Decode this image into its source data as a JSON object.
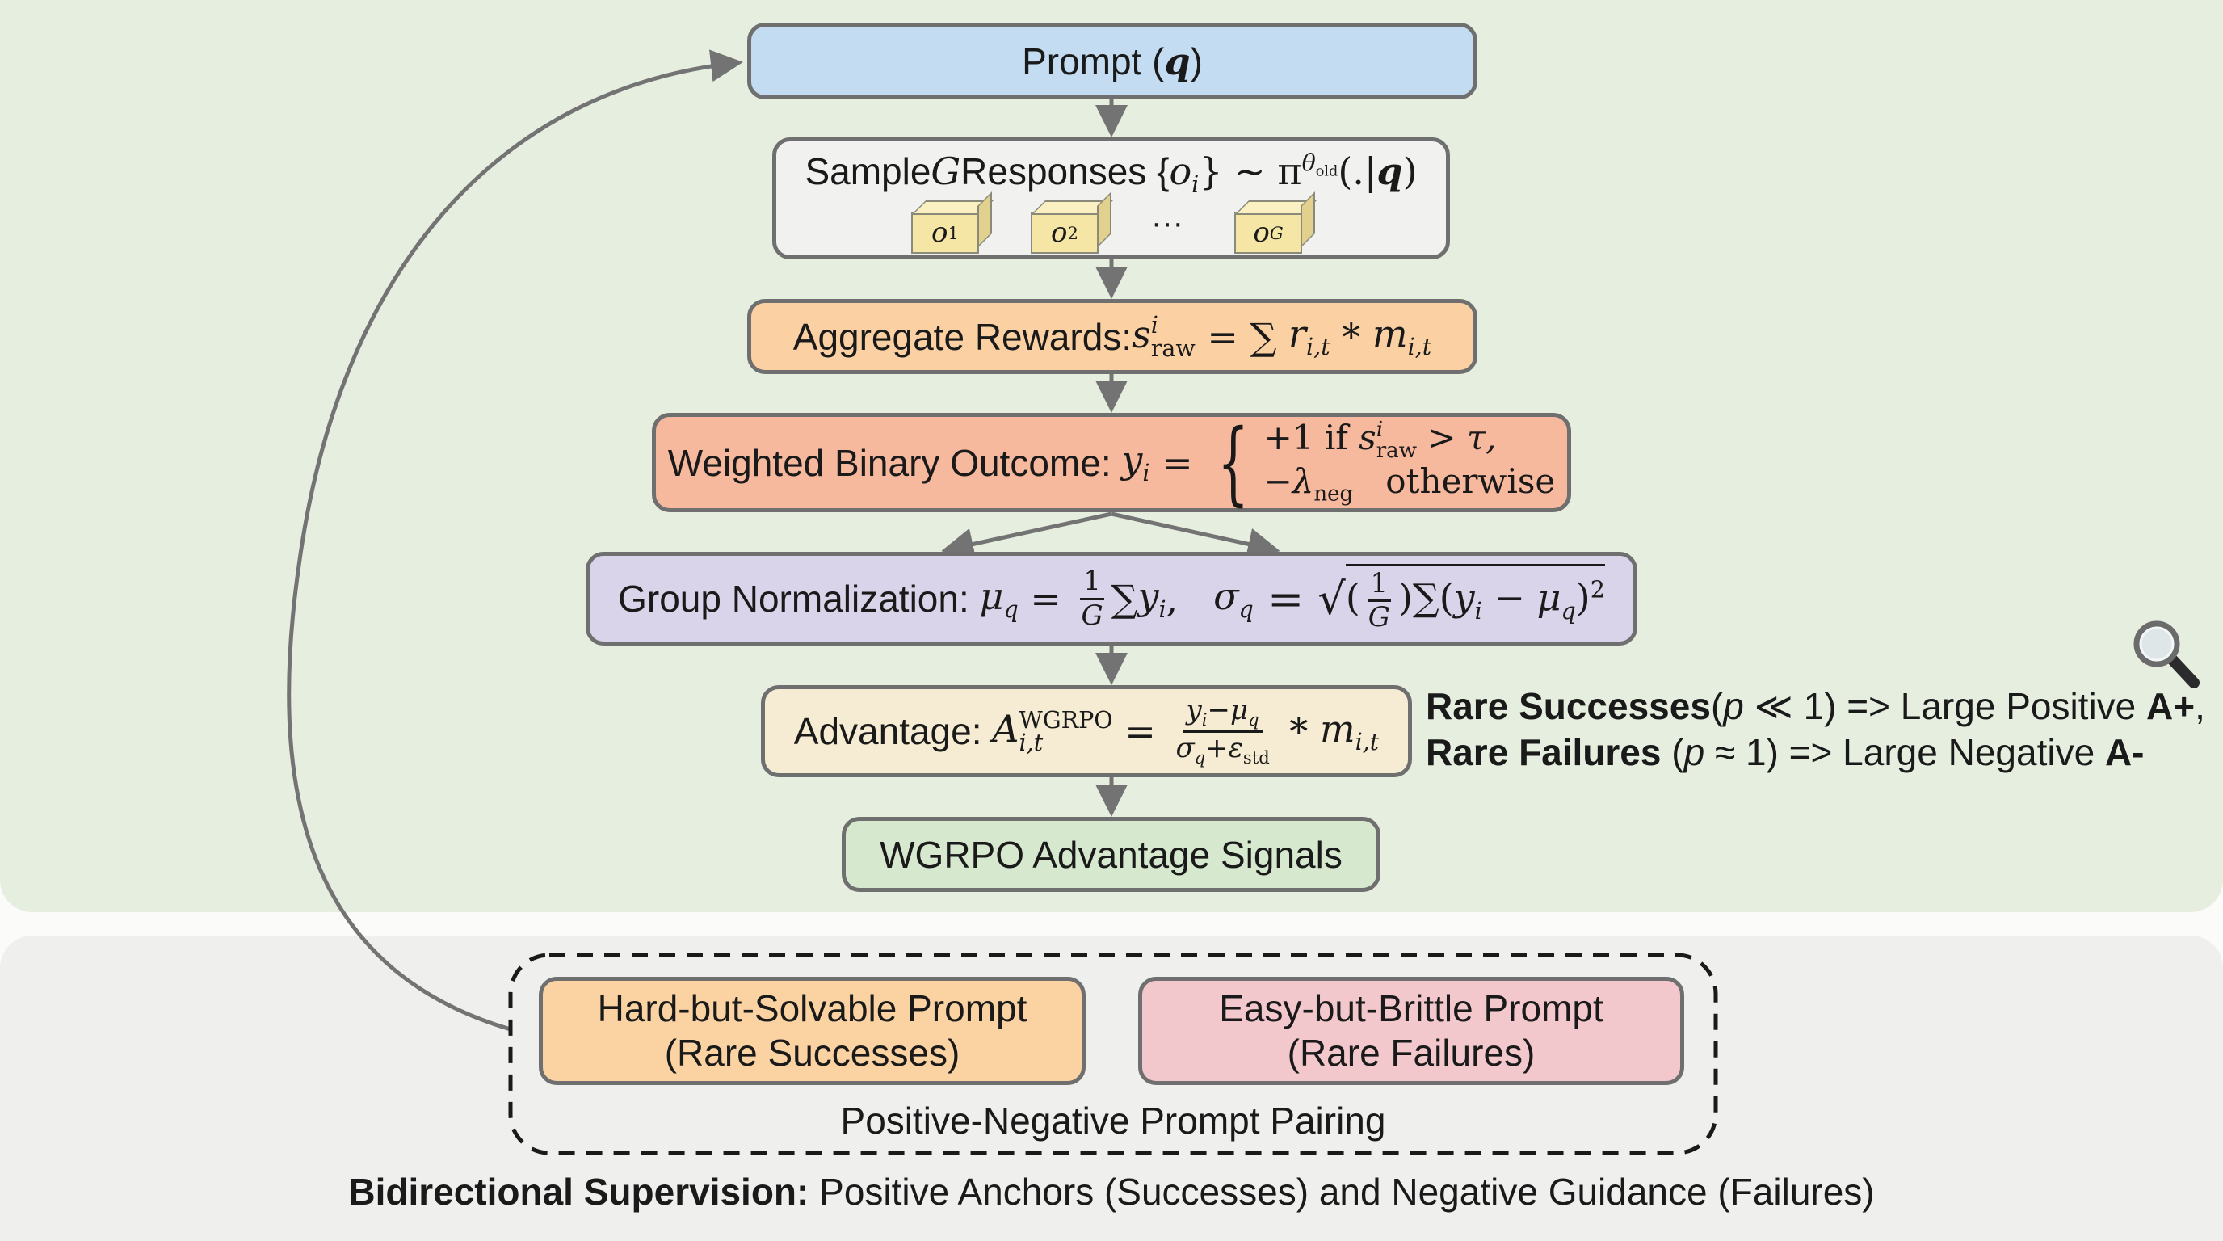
{
  "boxes": {
    "prompt": {
      "label": "Prompt (",
      "var": "q",
      "close": ")"
    },
    "sample": {
      "label": "Sample ",
      "var_g": "G",
      "label2": " Responses {",
      "o": "o",
      "o_sub": "i",
      "label3": "} ~ π",
      "pi_sub": "θ",
      "pi_subsub": "old",
      "tail": "(.|",
      "tail_var": "q",
      "tail_close": ")",
      "cubes": [
        {
          "base": "o",
          "sub": "1"
        },
        {
          "base": "o",
          "sub": "2"
        },
        {
          "base": "o",
          "sub": "G"
        }
      ],
      "ellipsis": "···"
    },
    "aggregate": {
      "label": "Aggregate Rewards: ",
      "s": "s",
      "s_sup": "i",
      "s_sub": "raw",
      "eq": " = ∑ ",
      "r": "r",
      "r_sub": "i,t",
      "times": " * ",
      "m": "m",
      "m_sub": "i,t"
    },
    "weighted": {
      "label": "Weighted Binary Outcome: ",
      "y": "y",
      "y_sub": "i",
      "eq": " = ",
      "brace": "{",
      "case1_a": "+1 if ",
      "case1_s": "s",
      "case1_sup": "i",
      "case1_sub": "raw",
      "case1_b": " > τ,",
      "case2_a": "−λ",
      "case2_sub": "neg",
      "case2_b": "   otherwise"
    },
    "group": {
      "label": "Group Normalization: ",
      "mu": "μ",
      "mu_sub": "q",
      "eq1": " = ",
      "frac_num": "1",
      "frac_den": "G",
      "sum1": "∑",
      "y": "y",
      "y_sub": "i",
      "sep": ",   ",
      "sigma": "σ",
      "sigma_sub": "q",
      "eq2": " = √",
      "sqrt_body_open": "(",
      "sqrt_frac_num": "1",
      "sqrt_frac_den": "G",
      "sqrt_body_mid": ")∑(",
      "y2": "y",
      "y2_sub": "i",
      "minus": " − ",
      "mu2": "μ",
      "mu2_sub": "q",
      "sqrt_close": ")",
      "sqrt_sup": "2"
    },
    "advantage": {
      "label": "Advantage: ",
      "A": "A",
      "A_sup": "WGRPO",
      "A_sub": "i,t",
      "eq": " = ",
      "num": "y",
      "num_sub": "i",
      "num_rest": "−μ",
      "num_rest_sub": "q",
      "den": "σ",
      "den_sub": "q",
      "den_rest": "+ε",
      "den_rest_sub": "std",
      "times": " * ",
      "m": "m",
      "m_sub": "i,t"
    },
    "signals": {
      "label": "WGRPO Advantage Signals"
    }
  },
  "annotation": {
    "line1_bold": "Rare Successes",
    "line1_open": "(",
    "line1_p": "p",
    "line1_rel": " ≪ 1) => Large Positive ",
    "line1_end_bold": "A+",
    "line1_end": ",",
    "line2_bold": "Rare Failures",
    "line2_open": " (",
    "line2_p": "p",
    "line2_rel": " ≈ 1) => Large Negative ",
    "line2_end_bold": "A-",
    "icon": "magnifier-icon"
  },
  "pairing": {
    "hard": {
      "line1": "Hard-but-Solvable Prompt",
      "line2": "(Rare Successes)"
    },
    "easy": {
      "line1": "Easy-but-Brittle Prompt",
      "line2": "(Rare Failures)"
    },
    "group_label": "Positive-Negative Prompt Pairing"
  },
  "footer": {
    "bold": "Bidirectional Supervision:",
    "text": " Positive Anchors (Successes) and Negative Guidance (Failures)"
  },
  "colors": {
    "prompt": "#c4dcf1",
    "sample": "#f1f1ef",
    "aggregate": "#fbd1a4",
    "weighted": "#f6b99d",
    "group": "#dad4ea",
    "advantage": "#f6ecd3",
    "signals": "#d6e9cf",
    "hard": "#fbd3a3",
    "easy": "#f2c8cd",
    "arrow": "#737373"
  }
}
